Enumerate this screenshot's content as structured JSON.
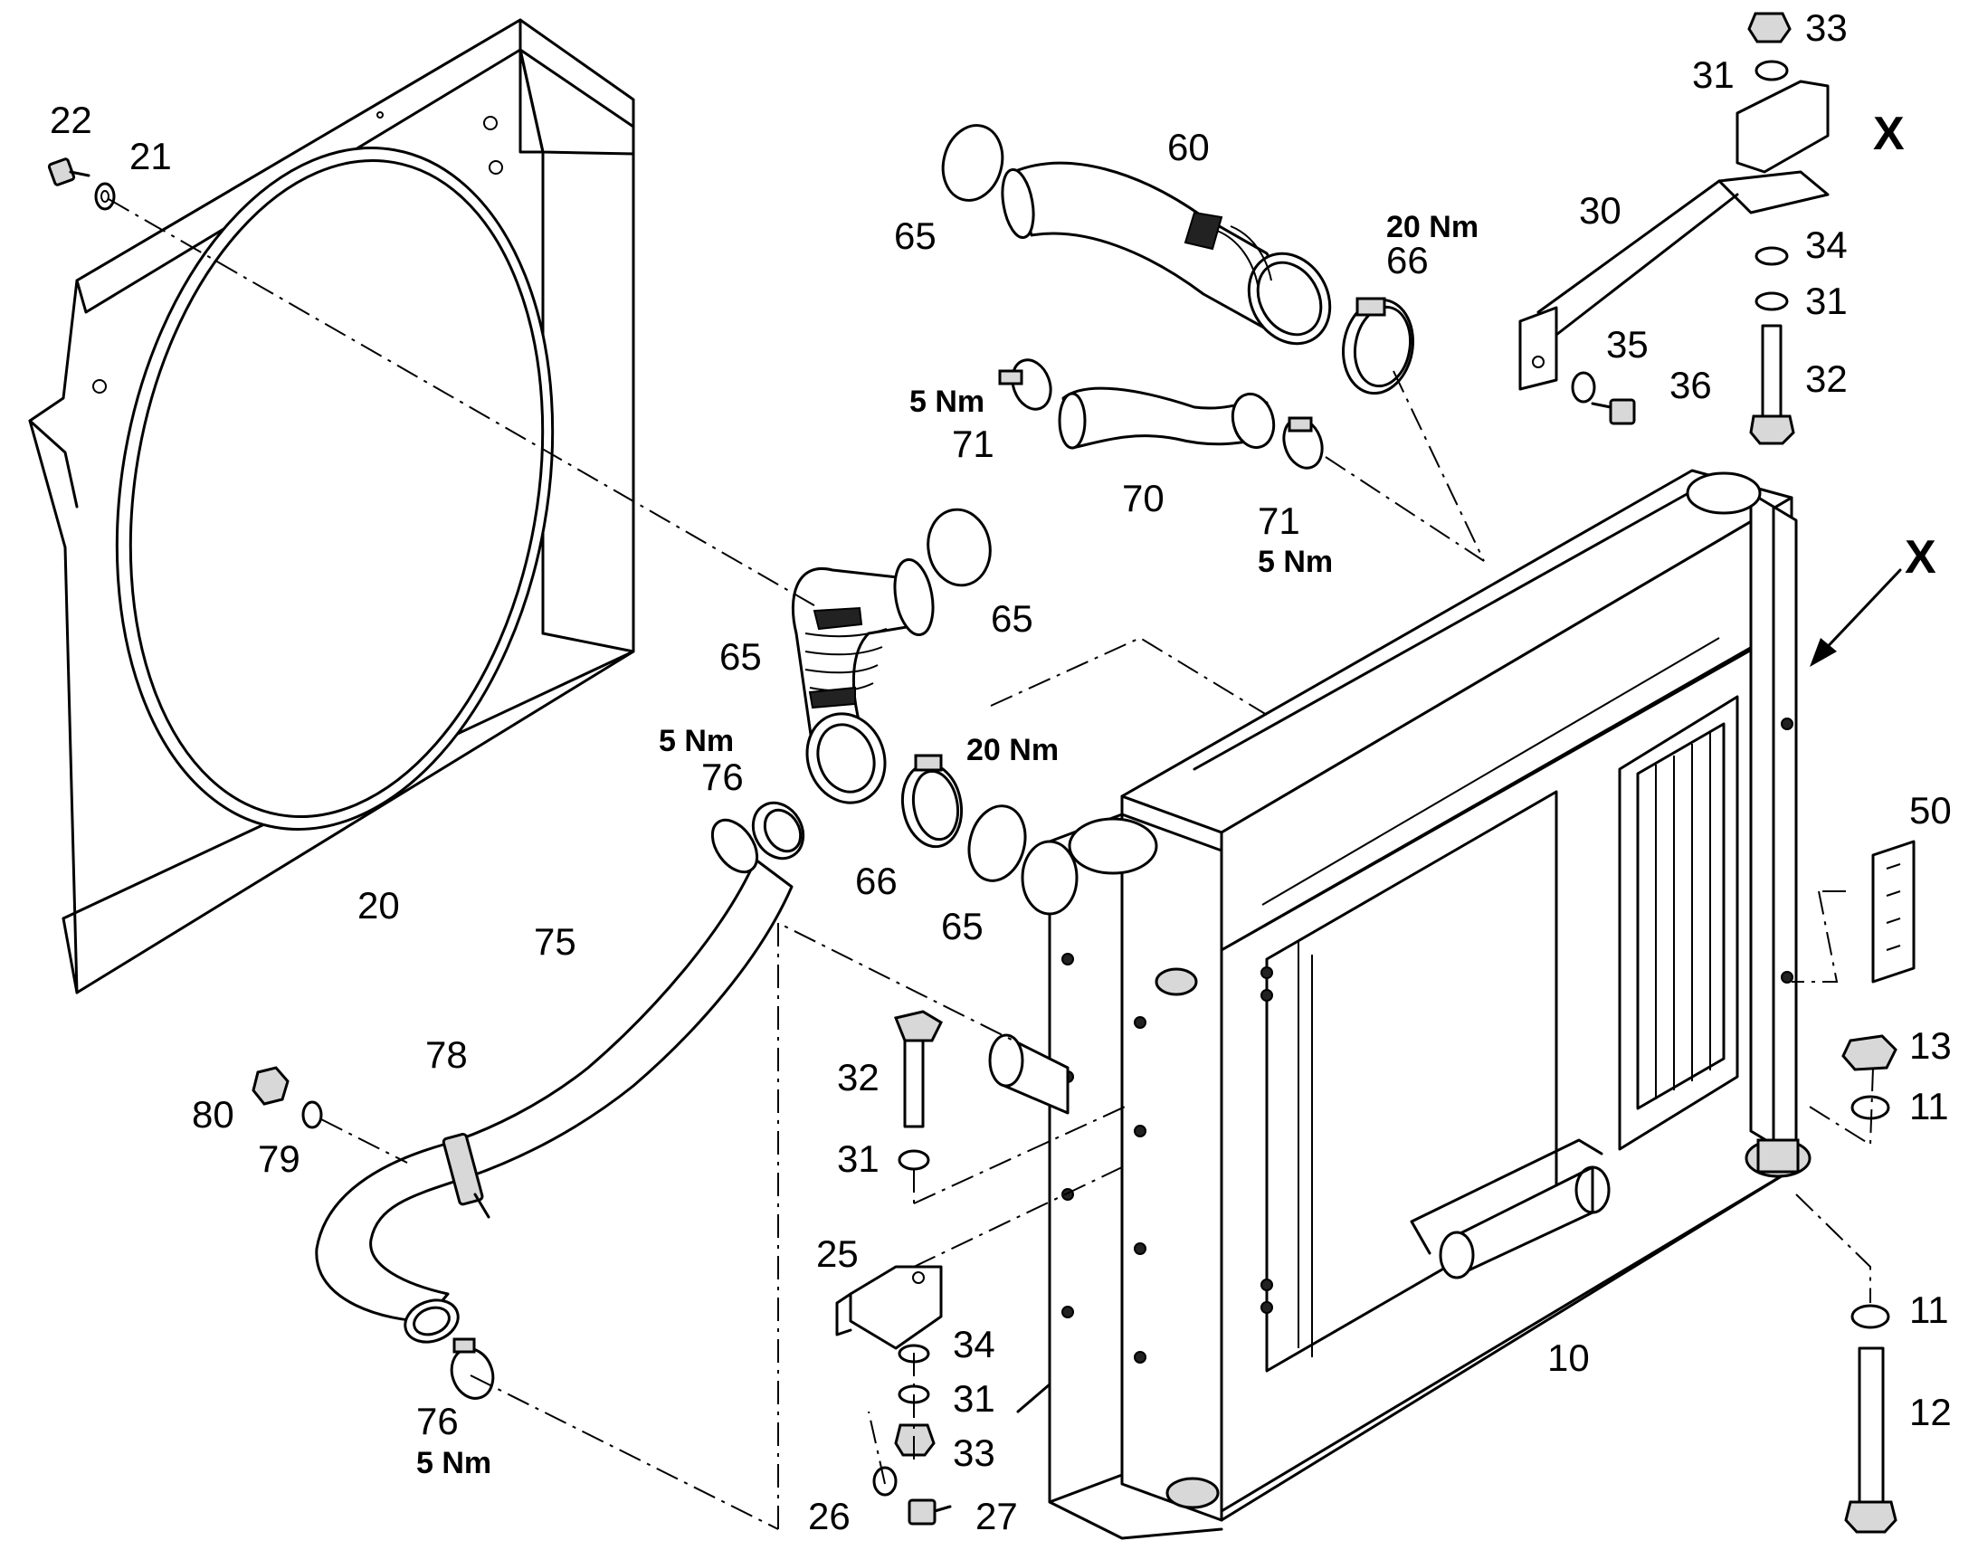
{
  "labels": {
    "p10": "10",
    "p11a": "11",
    "p11b": "11",
    "p12": "12",
    "p13": "13",
    "p20": "20",
    "p21": "21",
    "p22": "22",
    "p25": "25",
    "p26": "26",
    "p27": "27",
    "p30": "30",
    "p31a": "31",
    "p31b": "31",
    "p31c": "31",
    "p31d": "31",
    "p32a": "32",
    "p32b": "32",
    "p33a": "33",
    "p33b": "33",
    "p34a": "34",
    "p34b": "34",
    "p35": "35",
    "p36": "36",
    "p50": "50",
    "p60": "60",
    "p65a": "65",
    "p65b": "65",
    "p65c": "65",
    "p65d": "65",
    "p66a": "66",
    "p66b": "66",
    "p70": "70",
    "p71a": "71",
    "p71b": "71",
    "p75": "75",
    "p76a": "76",
    "p76b": "76",
    "p78": "78",
    "p79": "79",
    "p80": "80"
  },
  "torques": {
    "t66_top": "20 Nm",
    "t66_mid": "20 Nm",
    "t71_left": "5 Nm",
    "t71_right": "5 Nm",
    "t76_top": "5 Nm",
    "t76_bottom": "5 Nm"
  },
  "views": {
    "x_top": "X",
    "x_arrow": "X"
  }
}
